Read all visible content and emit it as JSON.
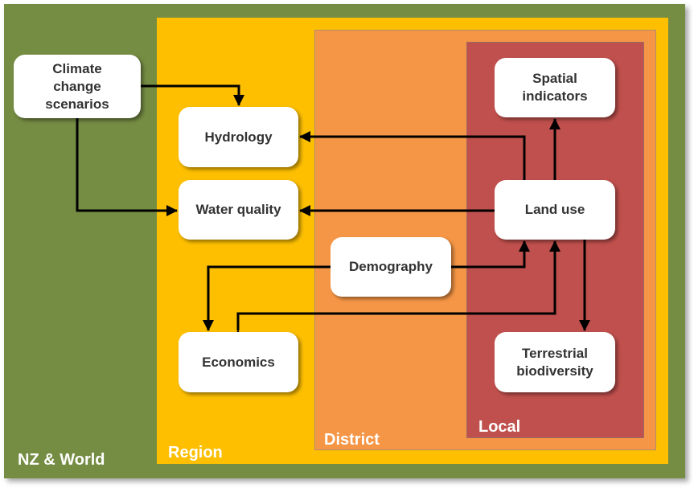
{
  "zones": {
    "nz_world": "NZ & World",
    "region": "Region",
    "district": "District",
    "local": "Local"
  },
  "nodes": {
    "climate": "Climate\nchange\nscenarios",
    "hydrology": "Hydrology",
    "water_quality": "Water quality",
    "demography": "Demography",
    "economics": "Economics",
    "spatial": "Spatial\nindicators",
    "land_use": "Land use",
    "terrestrial": "Terrestrial\nbiodiversity"
  },
  "colors": {
    "nz_world": "#758c43",
    "region": "#fdbf00",
    "district": "#f59646",
    "local": "#c0504d"
  }
}
